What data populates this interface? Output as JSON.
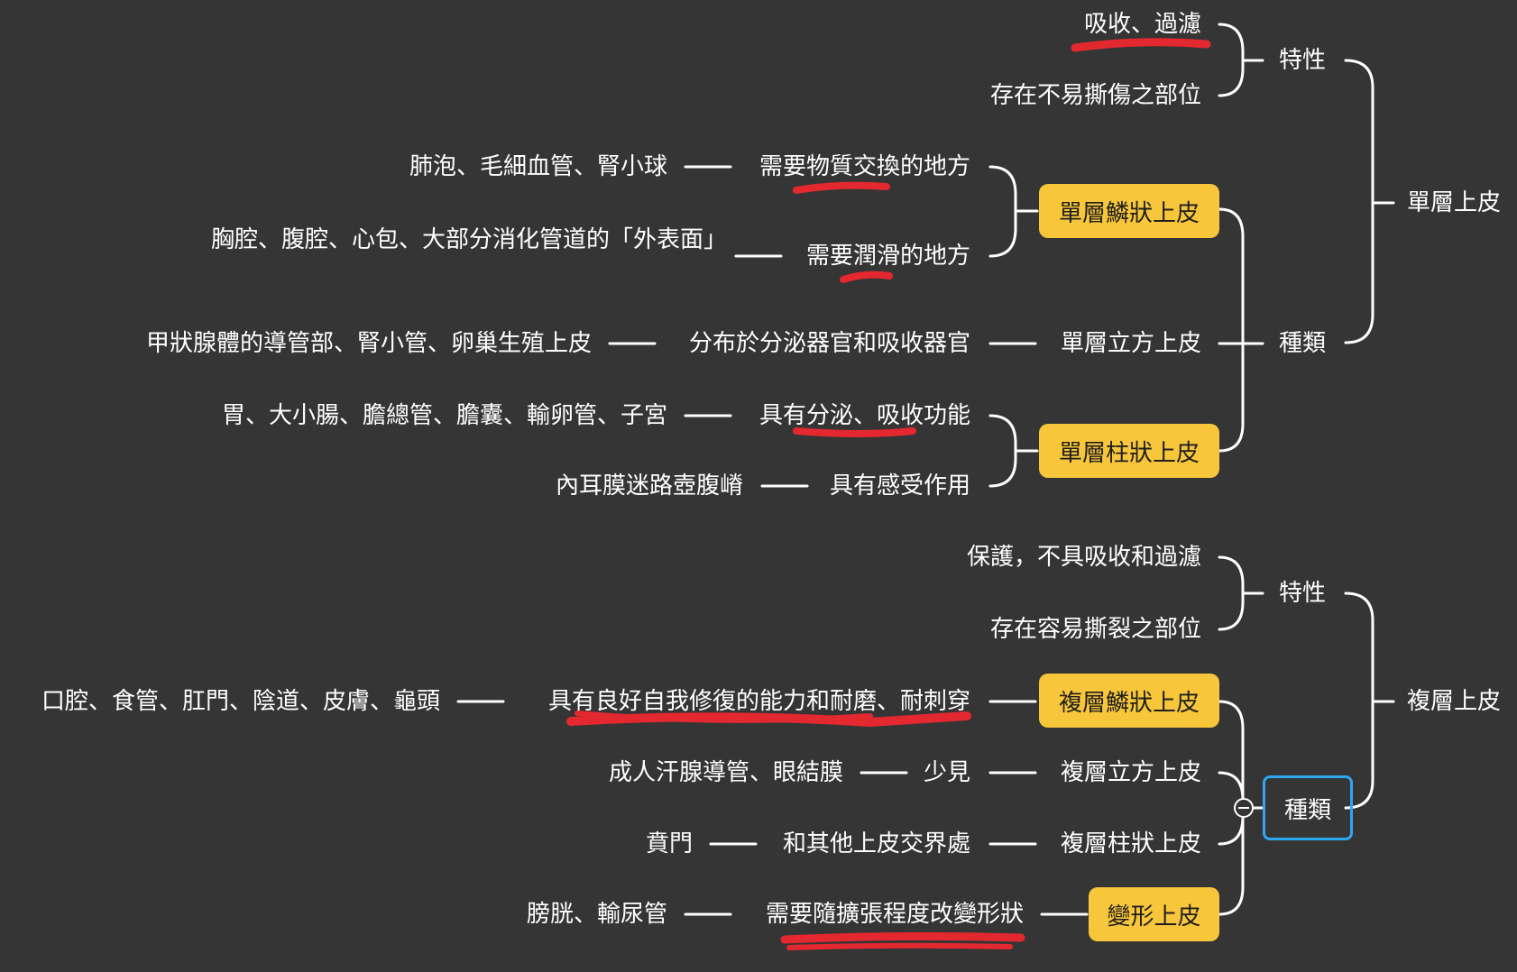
{
  "colors": {
    "background": "#353535",
    "line": "#ffffff",
    "pill": "#f8c63a",
    "selection": "#2ea7f2",
    "highlight": "#e4282f"
  },
  "root_single": "單層上皮",
  "root_multi": "複層上皮",
  "single": {
    "property_label": "特性",
    "property_items": [
      "吸收、過濾",
      "存在不易撕傷之部位"
    ],
    "types_label": "種類",
    "squamous": {
      "label": "單層鱗狀上皮",
      "desc1": "需要物質交換的地方",
      "loc1": "肺泡、毛細血管、腎小球",
      "desc2": "需要潤滑的地方",
      "loc2": "胸腔、腹腔、心包、大部分消化管道的「外表面」"
    },
    "cuboidal": {
      "label": "單層立方上皮",
      "desc": "分布於分泌器官和吸收器官",
      "loc": "甲狀腺體的導管部、腎小管、卵巢生殖上皮"
    },
    "columnar": {
      "label": "單層柱狀上皮",
      "desc1": "具有分泌、吸收功能",
      "loc1": "胃、大小腸、膽總管、膽囊、輸卵管、子宮",
      "desc2": "具有感受作用",
      "loc2": "內耳膜迷路壺腹嵴"
    }
  },
  "multi": {
    "property_label": "特性",
    "property_items": [
      "保護，不具吸收和過濾",
      "存在容易撕裂之部位"
    ],
    "types_label": "種類",
    "squamous": {
      "label": "複層鱗狀上皮",
      "desc": "具有良好自我修復的能力和耐磨、耐刺穿",
      "loc": "口腔、食管、肛門、陰道、皮膚、龜頭"
    },
    "cuboidal": {
      "label": "複層立方上皮",
      "desc": "少見",
      "loc": "成人汗腺導管、眼結膜"
    },
    "columnar": {
      "label": "複層柱狀上皮",
      "desc": "和其他上皮交界處",
      "loc": "賁門"
    },
    "transitional": {
      "label": "變形上皮",
      "desc": "需要隨擴張程度改變形狀",
      "loc": "膀胱、輸尿管"
    }
  }
}
